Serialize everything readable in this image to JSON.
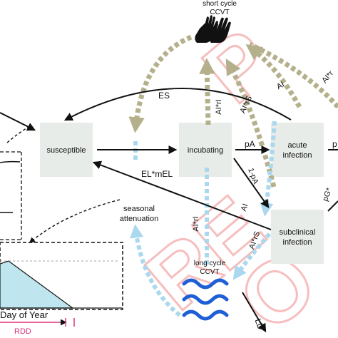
{
  "nodes": {
    "susceptible": "susceptible",
    "incubating": "incubating",
    "acute_line1": "acute",
    "acute_line2": "infection",
    "subclinical_line1": "subclinical",
    "subclinical_line2": "infection",
    "short_cycle_line1": "short cycle",
    "short_cycle_line2": "CCVT",
    "long_cycle_line1": "long cycle",
    "long_cycle_line2": "CCVT",
    "seasonal_line1": "seasonal",
    "seasonal_line2": "attenuation"
  },
  "edge_labels": {
    "es": "ES",
    "ai_ri_top": "AI*rI",
    "ai_rs_top": "AI*rS",
    "ai_top": "AI",
    "ai_r_top_partial": "AI*r",
    "el_mel": "EL*mEL",
    "pa": "pA",
    "one_minus_pa": "1-pA",
    "ai_mid": "AI",
    "ai_ri_bottom": "AI*rI",
    "ai_rs_bottom": "AI*rS",
    "pg_partial": "pG*",
    "p_partial": "p",
    "ld": "LD"
  },
  "inset": {
    "xlabel": "Day of Year",
    "rdd": "RDD"
  },
  "colors": {
    "olive_dashed": "#b5b08c",
    "blue_dashed": "#a9d8ef",
    "wave_blue": "#1e5fd6",
    "inset_fill": "#bfe6ee",
    "rdd_pink": "#e0307a",
    "node_fill": "#e8ece9",
    "watermark": "#f08a8a"
  },
  "icons": {
    "short_cycle": "hands-icon",
    "long_cycle": "water-waves-icon"
  }
}
